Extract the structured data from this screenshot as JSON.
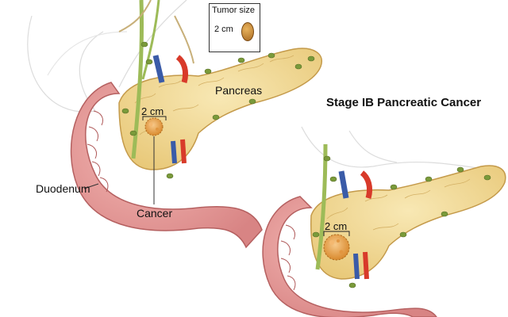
{
  "title": "Stage IB Pancreatic Cancer",
  "labels": {
    "pancreas": "Pancreas",
    "duodenum": "Duodenum",
    "cancer": "Cancer",
    "measure_top": "2 cm",
    "measure_bottom": "2 cm"
  },
  "legend": {
    "title": "Tumor size",
    "value": "2 cm",
    "icon": "tumor-seed-icon"
  },
  "colors": {
    "pancreas": "#f2dc9a",
    "duodenum": "#e69a9a",
    "tumor": "#e8a24a",
    "artery": "#d83a2a",
    "vein": "#3a5ba8",
    "bile_duct": "#9dbb58",
    "lymph_node": "#7a9a3a"
  }
}
